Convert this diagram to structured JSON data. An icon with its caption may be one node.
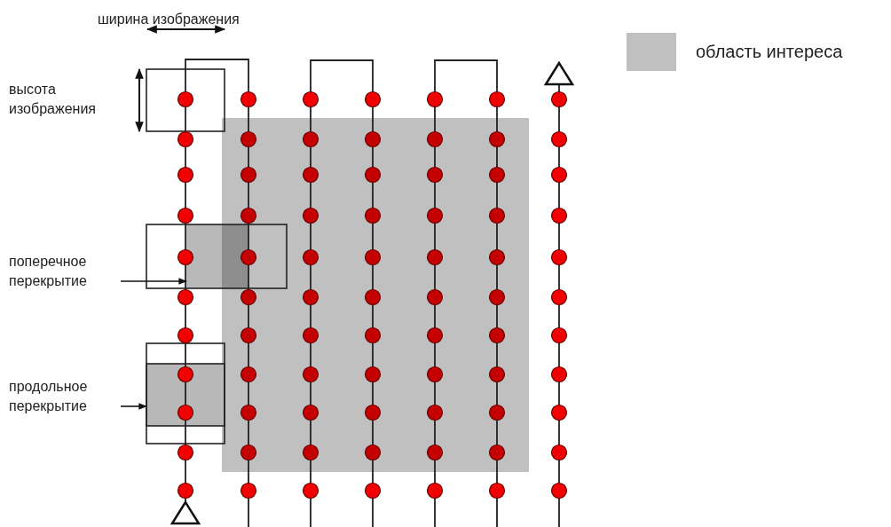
{
  "diagram": {
    "nodes": [
      {
        "text": [
          "поперечное перекрытие"
        ]
      },
      {
        "text": [],
        "shape": "box"
      },
      {
        "text": [
          "продольное перекрытие"
        ]
      },
      {
        "text": [],
        "shape": "box"
      }
    ],
    "edges": [
      {
        "from": 0,
        "to": 1,
        "arrow": "to"
      },
      {
        "from": 2,
        "to": 3,
        "arrow": "to"
      }
    ],
    "labels": [
      "ширина изображения",
      "высота изображения"
    ],
    "legend": [
      {
        "text": "область интереса",
        "color": "#c0c0c0"
      }
    ]
  }
}
